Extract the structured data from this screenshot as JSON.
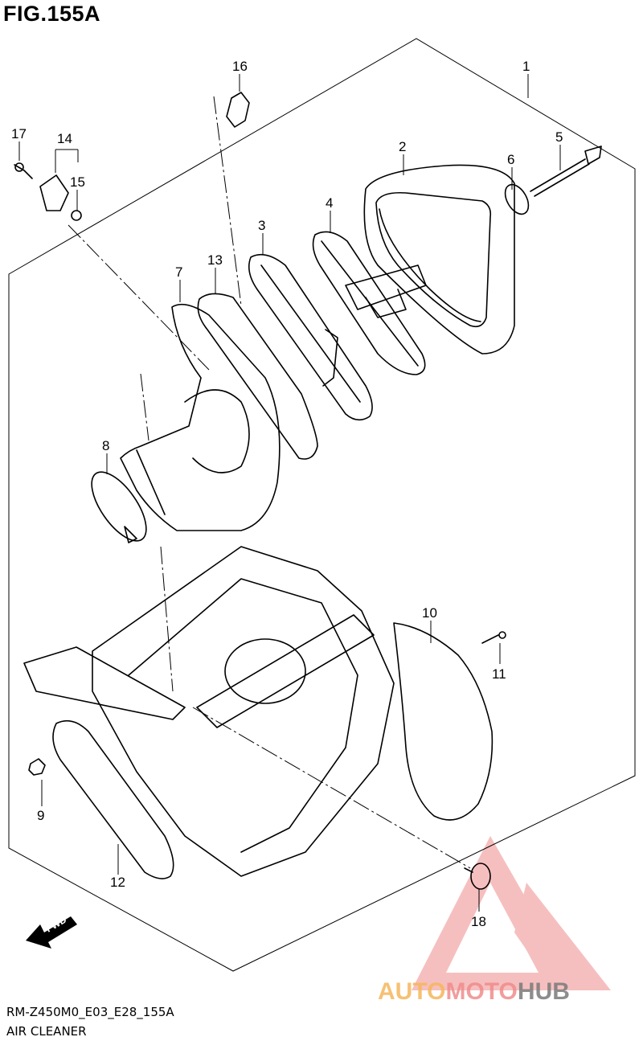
{
  "header": {
    "title": "FIG.155A"
  },
  "footer": {
    "drawing_code": "RM-Z450M0_E03_E28_155A",
    "section_name": "AIR CLEANER"
  },
  "callouts": [
    {
      "id": "1",
      "label": "1"
    },
    {
      "id": "2",
      "label": "2"
    },
    {
      "id": "3",
      "label": "3"
    },
    {
      "id": "4",
      "label": "4"
    },
    {
      "id": "5",
      "label": "5"
    },
    {
      "id": "6",
      "label": "6"
    },
    {
      "id": "7",
      "label": "7"
    },
    {
      "id": "8",
      "label": "8"
    },
    {
      "id": "9",
      "label": "9"
    },
    {
      "id": "10",
      "label": "10"
    },
    {
      "id": "11",
      "label": "11"
    },
    {
      "id": "12",
      "label": "12"
    },
    {
      "id": "13",
      "label": "13"
    },
    {
      "id": "14",
      "label": "14"
    },
    {
      "id": "15",
      "label": "15"
    },
    {
      "id": "16",
      "label": "16"
    },
    {
      "id": "17",
      "label": "17"
    },
    {
      "id": "18",
      "label": "18"
    }
  ],
  "direction_marker": {
    "label": "FWD"
  },
  "watermark": {
    "part_a": "AUTO",
    "part_b": "MOTO",
    "part_c": "HUB",
    "color_a": "#f5b75c",
    "color_b": "#f08c8c",
    "color_c": "#7a7a7a"
  }
}
